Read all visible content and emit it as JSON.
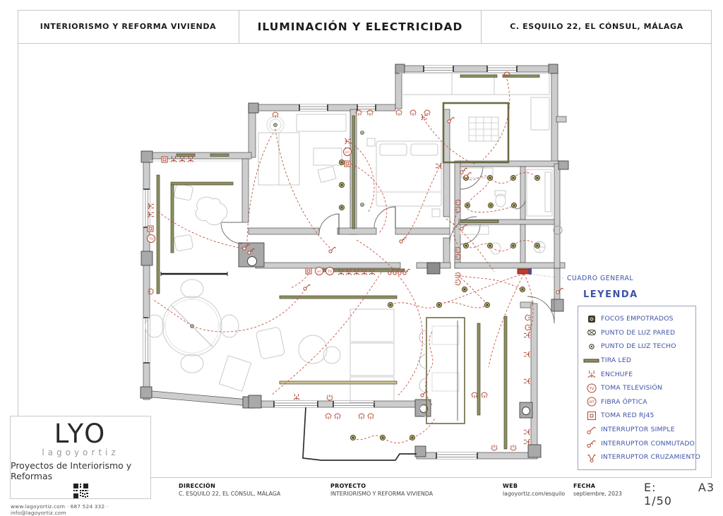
{
  "header": {
    "left": "INTERIORISMO Y REFORMA VIVIENDA",
    "center": "ILUMINACIÓN Y ELECTRICIDAD",
    "right": "C. ESQUILO 22, EL CÓNSUL, MÁLAGA"
  },
  "plan": {
    "cuadro_general_label": "CUADRO GENERAL"
  },
  "symbols": {
    "tv": "TV",
    "opt": "OPT"
  },
  "legend": {
    "title": "LEYENDA",
    "items": [
      {
        "icon": "focos-empotrados-icon",
        "label": "FOCOS EMPOTRADOS"
      },
      {
        "icon": "punto-luz-pared-icon",
        "label": "PUNTO DE LUZ PARED"
      },
      {
        "icon": "punto-luz-techo-icon",
        "label": "PUNTO DE LUZ TECHO"
      },
      {
        "icon": "tira-led-icon",
        "label": "TIRA LED"
      },
      {
        "icon": "enchufe-icon",
        "label": "ENCHUFE"
      },
      {
        "icon": "toma-television-icon",
        "label": "TOMA TELEVISIÓN"
      },
      {
        "icon": "fibra-optica-icon",
        "label": "FIBRA ÓPTICA"
      },
      {
        "icon": "toma-red-rj45-icon",
        "label": "TOMA RED RJ45"
      },
      {
        "icon": "interruptor-simple-icon",
        "label": "INTERRUPTOR SIMPLE"
      },
      {
        "icon": "interruptor-conmutado-icon",
        "label": "INTERRUPTOR CONMUTADO"
      },
      {
        "icon": "interruptor-cruzamiento-icon",
        "label": "INTERRUPTOR CRUZAMIENTO"
      }
    ]
  },
  "logo": {
    "name": "LYO",
    "subname": "lagoyortiz",
    "tagline": "Proyectos de Interiorismo y Reformas",
    "contact": "www.lagoyortiz.com  ·  687 524 332  ·  info@lagoyortiz.com"
  },
  "footer": {
    "columns": [
      {
        "label": "DIRECCIÓN",
        "value": "C. ESQUILO 22, EL CÓNSUL, MÁLAGA"
      },
      {
        "label": "PROYECTO",
        "value": "INTERIORISMO Y REFORMA VIVIENDA"
      },
      {
        "label": "WEB",
        "value": "lagoyortiz.com/esquilo"
      },
      {
        "label": "FECHA",
        "value": "septiembre, 2023"
      }
    ],
    "scale": "E: 1/50",
    "paper": "A3"
  },
  "colors": {
    "accent_blue": "#3d52a8",
    "wiring_red": "#b5452f",
    "led_olive": "#8f9063",
    "wall_gray": "#cdcdcd"
  }
}
